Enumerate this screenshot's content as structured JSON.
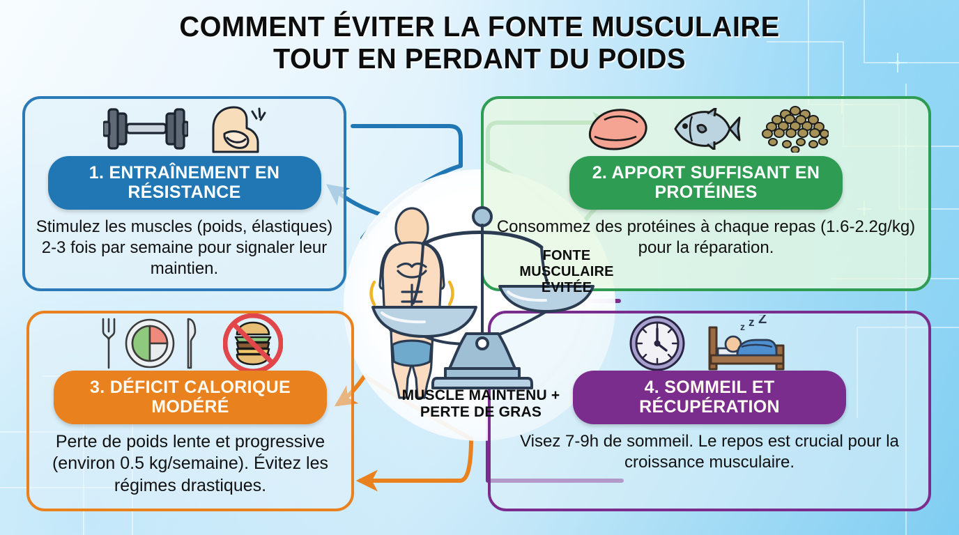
{
  "title": {
    "line1": "COMMENT ÉVITER LA FONTE MUSCULAIRE",
    "line2": "TOUT EN PERDANT DU POIDS"
  },
  "center": {
    "label_right": "FONTE MUSCULAIRE ÉVITÉE",
    "label_bottom": "MUSCLE MAINTENU + PERTE DE GRAS",
    "icons": [
      "balance-scale-icon",
      "muscular-body-icon"
    ]
  },
  "panels": [
    {
      "number": "1.",
      "heading": "1.  ENTRAÎNEMENT EN RÉSISTANCE",
      "body": "Stimulez les muscles (poids, élastiques) 2-3 fois par semaine pour signaler leur maintien.",
      "color": "#2077b4",
      "border_color": "#2a7ab8",
      "icons": [
        "dumbbell-icon",
        "flexed-biceps-icon"
      ]
    },
    {
      "number": "2.",
      "heading": "2. APPORT SUFFISANT EN PROTÉINES",
      "body": "Consommez des protéines à chaque repas (1.6-2.2g/kg) pour la réparation.",
      "color": "#2e9c52",
      "border_color": "#2e9c52",
      "icons": [
        "chicken-breast-icon",
        "fish-icon",
        "legumes-icon"
      ]
    },
    {
      "number": "3.",
      "heading": "3. DÉFICIT CALORIQUE MODÉRÉ",
      "body": "Perte de poids lente et progressive (environ 0.5 kg/semaine). Évitez les régimes drastiques.",
      "color": "#e8811e",
      "border_color": "#e8811e",
      "icons": [
        "balanced-plate-icon",
        "no-junk-food-icon"
      ]
    },
    {
      "number": "4.",
      "heading": "4. SOMMEIL ET RÉCUPÉRATION",
      "body": "Visez 7-9h de sommeil. Le repos est crucial pour la croissance musculaire.",
      "color": "#7b2d8e",
      "border_color": "#7b2d8e",
      "icons": [
        "clock-icon",
        "sleeping-person-in-bed-icon"
      ]
    }
  ],
  "palette": {
    "blue": "#2077b4",
    "green": "#2e9c52",
    "orange": "#e8811e",
    "purple": "#7b2d8e",
    "background_light": "#f7fcff",
    "background_deep": "#7ecdf2",
    "text": "#111111"
  }
}
